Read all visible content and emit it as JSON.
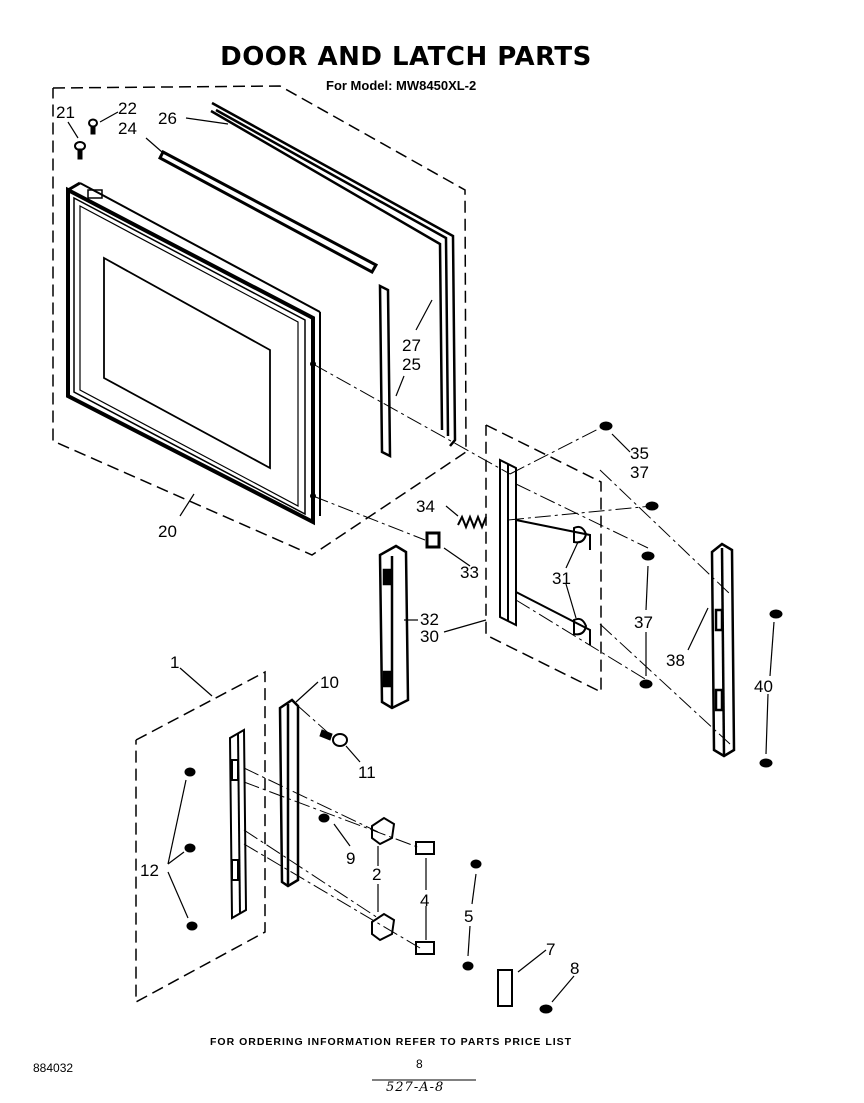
{
  "title": "DOOR AND LATCH PARTS",
  "subtitle": "For Model: MW8450XL-2",
  "footer": "FOR ORDERING INFORMATION REFER TO PARTS PRICE LIST",
  "doc_number": "884032",
  "page_number": "8",
  "handwritten_note": "527-A-8",
  "callouts": [
    "21",
    "22",
    "24",
    "26",
    "27",
    "25",
    "20",
    "35",
    "37",
    "34",
    "33",
    "31",
    "32",
    "30",
    "37",
    "38",
    "40",
    "1",
    "10",
    "11",
    "9",
    "12",
    "2",
    "4",
    "5",
    "7",
    "8"
  ]
}
